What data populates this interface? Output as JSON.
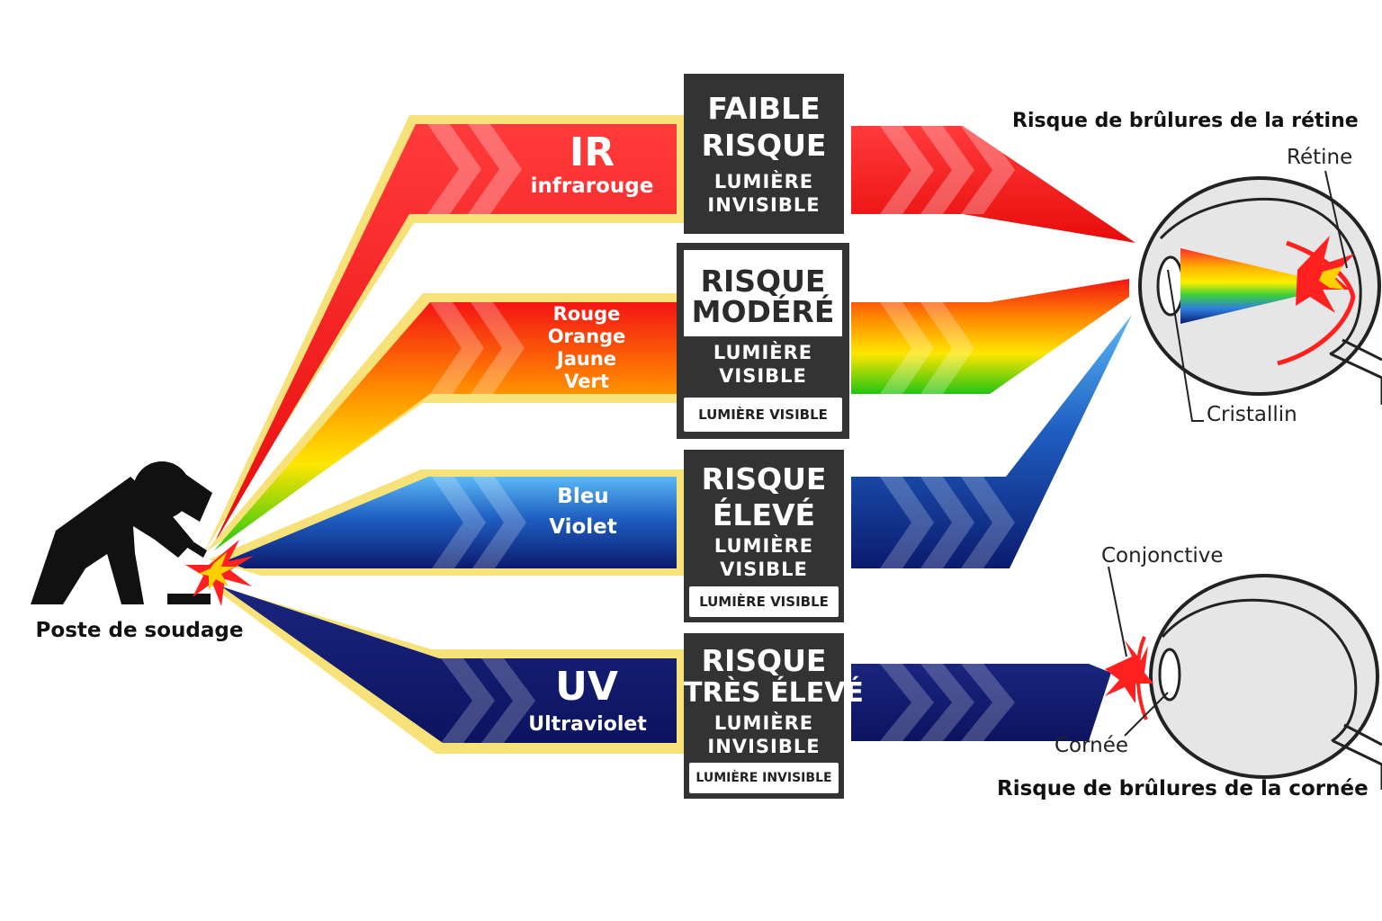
{
  "source": {
    "label": "Poste de soudage",
    "icon": "welder-icon"
  },
  "bands": {
    "ir": {
      "title": "IR",
      "subtitle": "infrarouge",
      "color": "#f41414"
    },
    "visible": {
      "lines": [
        "Rouge",
        "Orange",
        "Jaune",
        "Vert"
      ],
      "colors": [
        "#f41414",
        "#ff8c00",
        "#ffe600",
        "#22c412"
      ]
    },
    "blue": {
      "lines": [
        "Bleu",
        "Violet"
      ],
      "colors": [
        "#4aa8f0",
        "#0b1b6e"
      ]
    },
    "uv": {
      "title": "UV",
      "subtitle": "Ultraviolet",
      "color": "#101a6a"
    }
  },
  "boxes": {
    "faible": {
      "head1": "FAIBLE",
      "head2": "RISQUE",
      "sub1": "LUMIÈRE",
      "sub2": "INVISIBLE"
    },
    "modere": {
      "head1": "RISQUE",
      "head2": "MODÉRÉ",
      "sub1": "LUMIÈRE",
      "sub2": "VISIBLE",
      "tag": "LUMIÈRE VISIBLE"
    },
    "eleve": {
      "head1": "RISQUE",
      "head2": "ÉLEVÉ",
      "sub1": "LUMIÈRE",
      "sub2": "VISIBLE",
      "tag": "LUMIÈRE VISIBLE"
    },
    "tres_eleve": {
      "head1": "RISQUE",
      "head2": "TRÈS ÉLEVÉ",
      "sub1": "LUMIÈRE",
      "sub2": "INVISIBLE",
      "tag": "LUMIÈRE INVISIBLE"
    }
  },
  "eye_top": {
    "heading": "Risque de brûlures de la rétine",
    "label_retina": "Rétine",
    "label_lens": "Cristallin"
  },
  "eye_bottom": {
    "heading": "Risque de brûlures de la cornée",
    "label_conj": "Conjonctive",
    "label_cornea": "Cornée"
  },
  "colors": {
    "box_bg": "#333333",
    "glow": "#f7e27a",
    "eye_fill": "#e6e6e6",
    "ink": "#222222"
  }
}
